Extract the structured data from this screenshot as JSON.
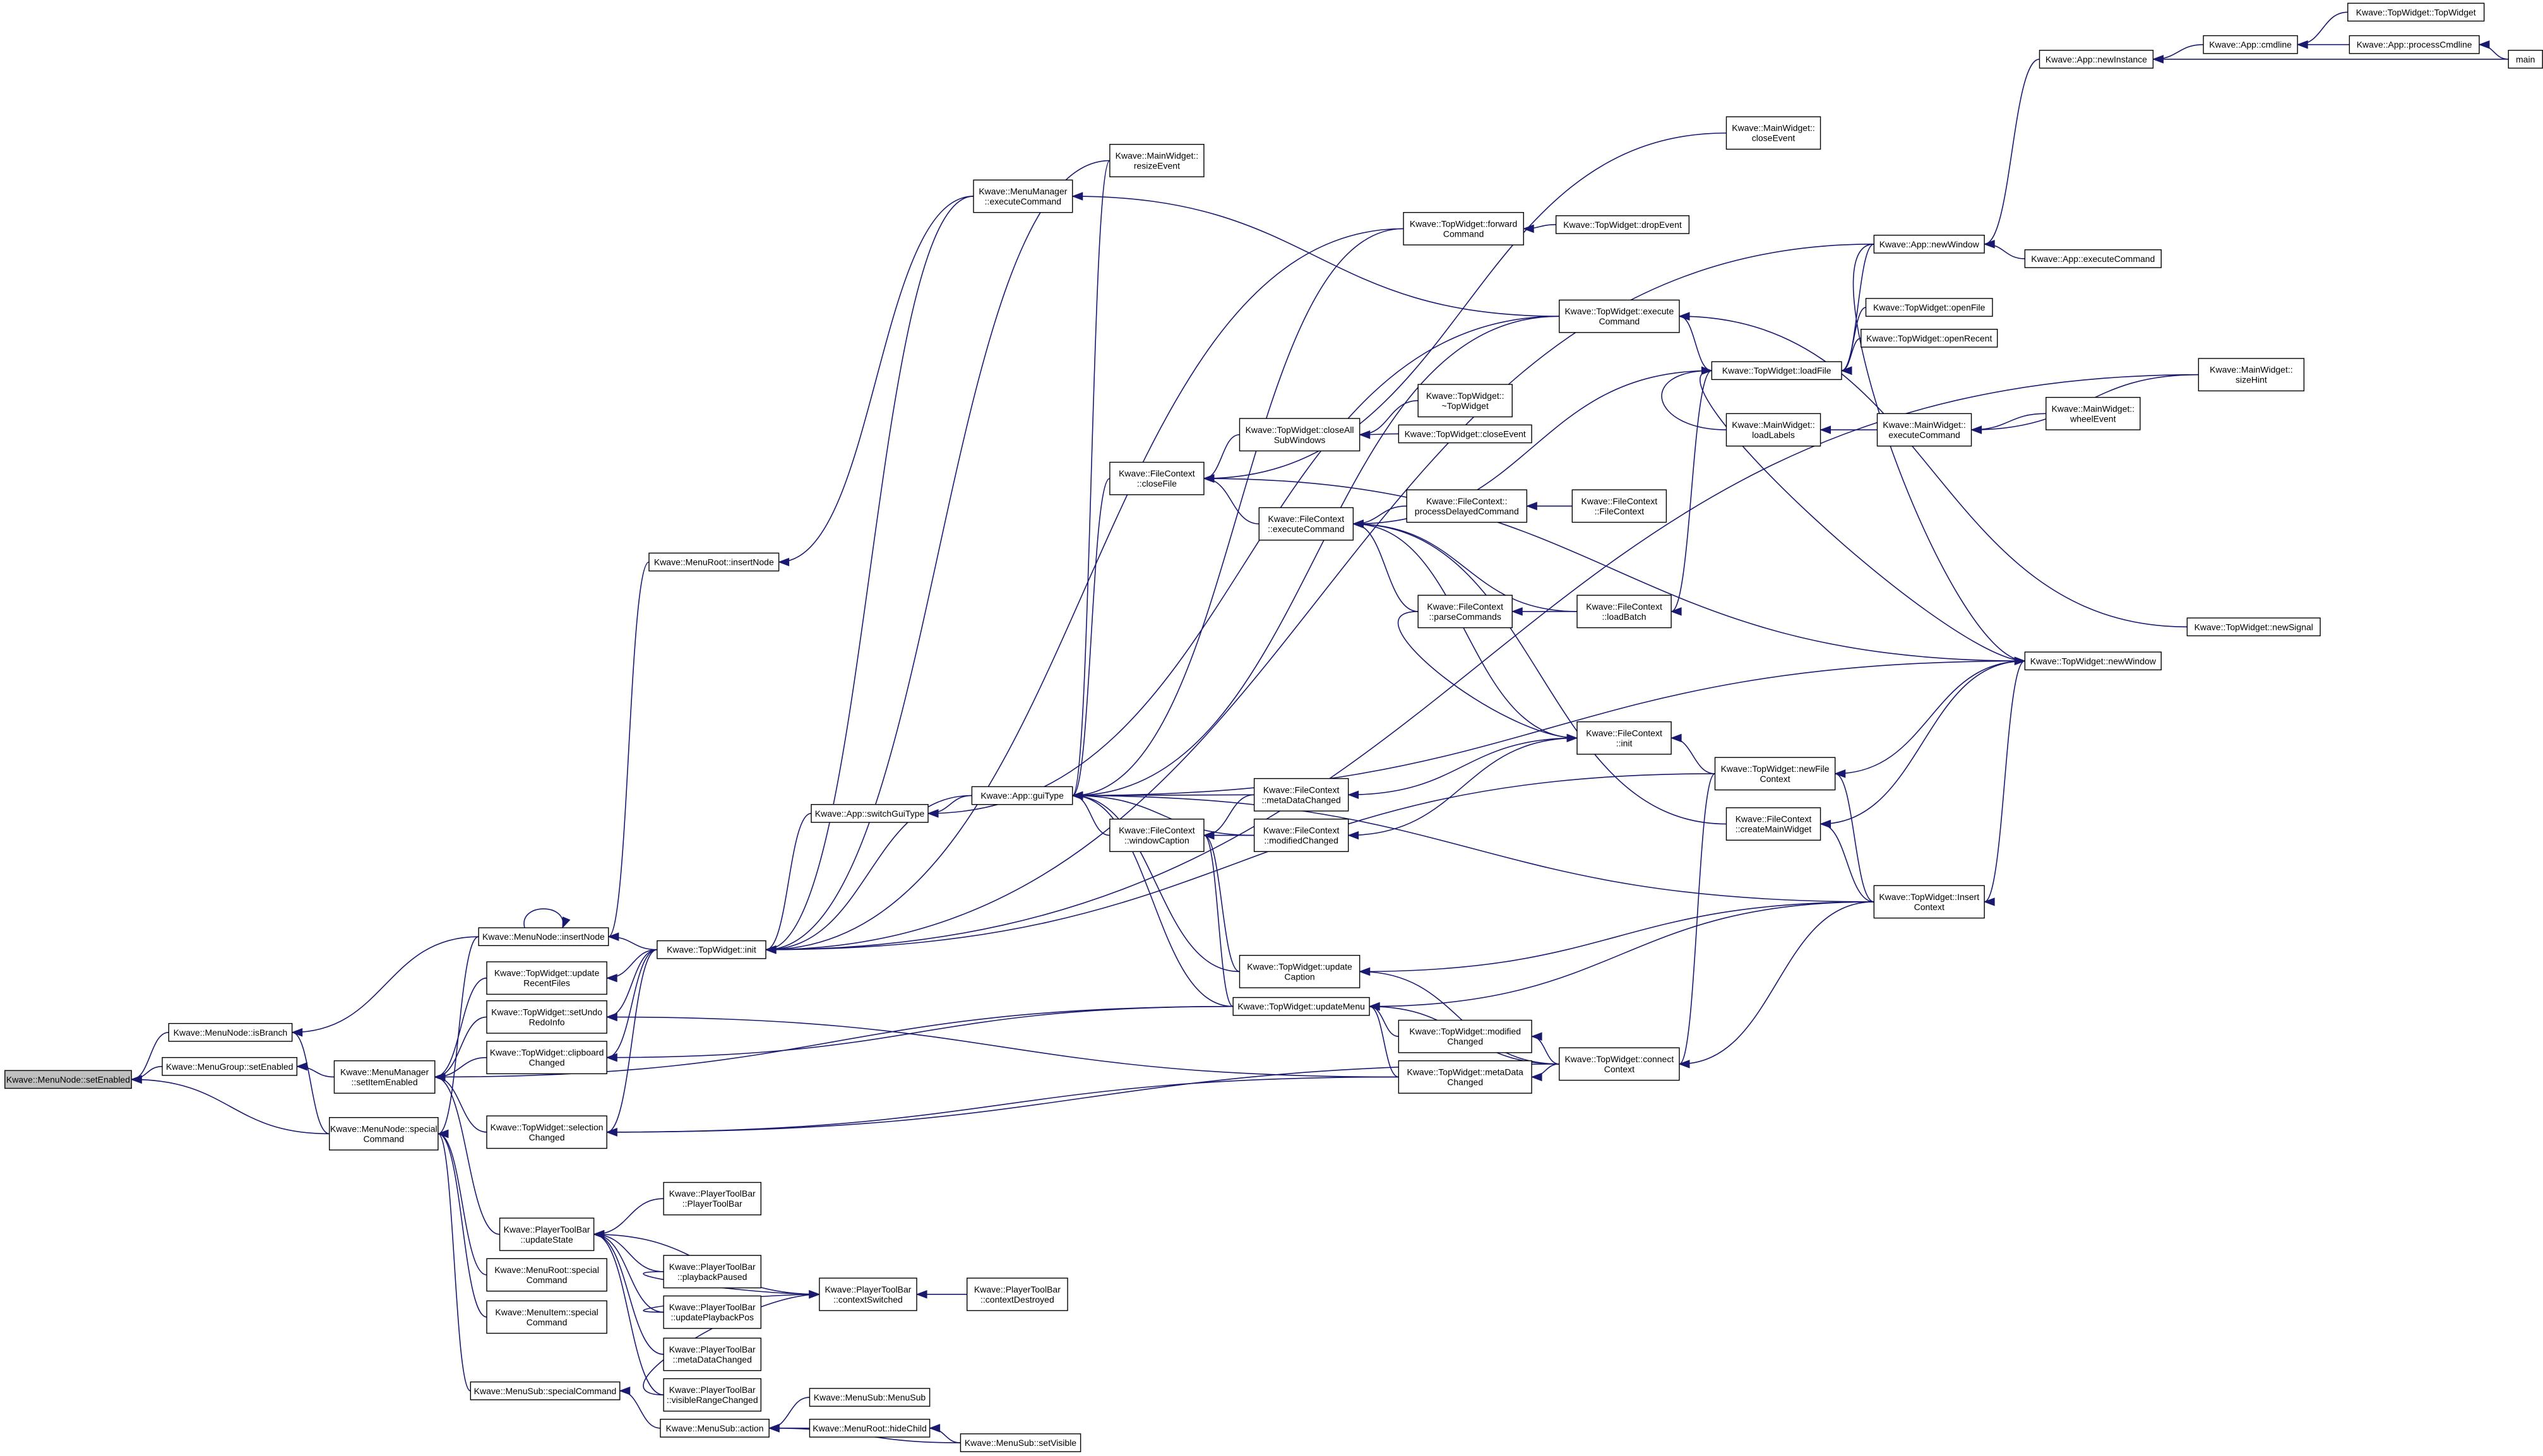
{
  "graph": {
    "highlight": "setEnabled",
    "edge_color": "#191970",
    "highlight_fill": "#bfbfbf",
    "nodes": [
      {
        "id": "setEnabled",
        "lines": [
          "Kwave::MenuNode::setEnabled"
        ]
      },
      {
        "id": "isBranch",
        "lines": [
          "Kwave::MenuNode::isBranch"
        ]
      },
      {
        "id": "groupSetEnabled",
        "lines": [
          "Kwave::MenuGroup::setEnabled"
        ]
      },
      {
        "id": "specialCommand",
        "lines": [
          "Kwave::MenuNode::special",
          "Command"
        ]
      },
      {
        "id": "insertNode",
        "lines": [
          "Kwave::MenuNode::insertNode"
        ]
      },
      {
        "id": "setItemEnabled",
        "lines": [
          "Kwave::MenuManager",
          "::setItemEnabled"
        ]
      },
      {
        "id": "rootInsertNode",
        "lines": [
          "Kwave::MenuRoot::insertNode"
        ]
      },
      {
        "id": "menuManagerExec",
        "lines": [
          "Kwave::MenuManager",
          "::executeCommand"
        ]
      },
      {
        "id": "updateRecentFiles",
        "lines": [
          "Kwave::TopWidget::update",
          "RecentFiles"
        ]
      },
      {
        "id": "setUndoRedoInfo",
        "lines": [
          "Kwave::TopWidget::setUndo",
          "RedoInfo"
        ]
      },
      {
        "id": "clipboardChanged",
        "lines": [
          "Kwave::TopWidget::clipboard",
          "Changed"
        ]
      },
      {
        "id": "selectionChanged",
        "lines": [
          "Kwave::TopWidget::selection",
          "Changed"
        ]
      },
      {
        "id": "ptbUpdateState",
        "lines": [
          "Kwave::PlayerToolBar",
          "::updateState"
        ]
      },
      {
        "id": "rootSpecialCommand",
        "lines": [
          "Kwave::MenuRoot::special",
          "Command"
        ]
      },
      {
        "id": "itemSpecialCommand",
        "lines": [
          "Kwave::MenuItem::special",
          "Command"
        ]
      },
      {
        "id": "subSpecialCommand",
        "lines": [
          "Kwave::MenuSub::specialCommand"
        ]
      },
      {
        "id": "twInit",
        "lines": [
          "Kwave::TopWidget::init"
        ]
      },
      {
        "id": "switchGuiType",
        "lines": [
          "Kwave::App::switchGuiType"
        ]
      },
      {
        "id": "guiType",
        "lines": [
          "Kwave::App::guiType"
        ]
      },
      {
        "id": "mwResizeEvent",
        "lines": [
          "Kwave::MainWidget::",
          "resizeEvent"
        ]
      },
      {
        "id": "fcCloseFile",
        "lines": [
          "Kwave::FileContext",
          "::closeFile"
        ]
      },
      {
        "id": "fcWindowCaption",
        "lines": [
          "Kwave::FileContext",
          "::windowCaption"
        ]
      },
      {
        "id": "twForwardCommand",
        "lines": [
          "Kwave::TopWidget::forward",
          "Command"
        ]
      },
      {
        "id": "twDropEvent",
        "lines": [
          "Kwave::TopWidget::dropEvent"
        ]
      },
      {
        "id": "twCloseAllSubWindows",
        "lines": [
          "Kwave::TopWidget::closeAll",
          "SubWindows"
        ]
      },
      {
        "id": "twDestructor",
        "lines": [
          "Kwave::TopWidget::",
          "~TopWidget"
        ]
      },
      {
        "id": "twCloseEvent",
        "lines": [
          "Kwave::TopWidget::closeEvent"
        ]
      },
      {
        "id": "fcExecuteCommand",
        "lines": [
          "Kwave::FileContext",
          "::executeCommand"
        ]
      },
      {
        "id": "fcProcessDelayed",
        "lines": [
          "Kwave::FileContext::",
          "processDelayedCommand"
        ]
      },
      {
        "id": "fcConstructor",
        "lines": [
          "Kwave::FileContext",
          "::FileContext"
        ]
      },
      {
        "id": "fcParseCommands",
        "lines": [
          "Kwave::FileContext",
          "::parseCommands"
        ]
      },
      {
        "id": "fcLoadBatch",
        "lines": [
          "Kwave::FileContext",
          "::loadBatch"
        ]
      },
      {
        "id": "fcMetaDataChanged",
        "lines": [
          "Kwave::FileContext",
          "::metaDataChanged"
        ]
      },
      {
        "id": "fcModifiedChanged",
        "lines": [
          "Kwave::FileContext",
          "::modifiedChanged"
        ]
      },
      {
        "id": "fcInit",
        "lines": [
          "Kwave::FileContext",
          "::init"
        ]
      },
      {
        "id": "twUpdateCaption",
        "lines": [
          "Kwave::TopWidget::update",
          "Caption"
        ]
      },
      {
        "id": "twUpdateMenu",
        "lines": [
          "Kwave::TopWidget::updateMenu"
        ]
      },
      {
        "id": "twModifiedChanged",
        "lines": [
          "Kwave::TopWidget::modified",
          "Changed"
        ]
      },
      {
        "id": "twMetaDataChanged",
        "lines": [
          "Kwave::TopWidget::metaData",
          "Changed"
        ]
      },
      {
        "id": "twConnectContext",
        "lines": [
          "Kwave::TopWidget::connect",
          "Context"
        ]
      },
      {
        "id": "twExecuteCommand",
        "lines": [
          "Kwave::TopWidget::execute",
          "Command"
        ]
      },
      {
        "id": "mwCloseEvent",
        "lines": [
          "Kwave::MainWidget::",
          "closeEvent"
        ]
      },
      {
        "id": "twLoadFile",
        "lines": [
          "Kwave::TopWidget::loadFile"
        ]
      },
      {
        "id": "mwLoadLabels",
        "lines": [
          "Kwave::MainWidget::",
          "loadLabels"
        ]
      },
      {
        "id": "twNewFileContext",
        "lines": [
          "Kwave::TopWidget::newFile",
          "Context"
        ]
      },
      {
        "id": "fcCreateMainWidget",
        "lines": [
          "Kwave::FileContext",
          "::createMainWidget"
        ]
      },
      {
        "id": "twInsertContext",
        "lines": [
          "Kwave::TopWidget::Insert",
          "Context"
        ]
      },
      {
        "id": "appNewWindow",
        "lines": [
          "Kwave::App::newWindow"
        ]
      },
      {
        "id": "twOpenFile",
        "lines": [
          "Kwave::TopWidget::openFile"
        ]
      },
      {
        "id": "twOpenRecent",
        "lines": [
          "Kwave::TopWidget::openRecent"
        ]
      },
      {
        "id": "appExecuteCommand",
        "lines": [
          "Kwave::App::executeCommand"
        ]
      },
      {
        "id": "mwExecuteCommand",
        "lines": [
          "Kwave::MainWidget::",
          "executeCommand"
        ]
      },
      {
        "id": "mwWheelEvent",
        "lines": [
          "Kwave::MainWidget::",
          "wheelEvent"
        ]
      },
      {
        "id": "mwSizeHint",
        "lines": [
          "Kwave::MainWidget::",
          "sizeHint"
        ]
      },
      {
        "id": "twNewWindow",
        "lines": [
          "Kwave::TopWidget::newWindow"
        ]
      },
      {
        "id": "twNewSignal",
        "lines": [
          "Kwave::TopWidget::newSignal"
        ]
      },
      {
        "id": "appNewInstance",
        "lines": [
          "Kwave::App::newInstance"
        ]
      },
      {
        "id": "appCmdline",
        "lines": [
          "Kwave::App::cmdline"
        ]
      },
      {
        "id": "twTopWidget",
        "lines": [
          "Kwave::TopWidget::TopWidget"
        ]
      },
      {
        "id": "appProcessCmdline",
        "lines": [
          "Kwave::App::processCmdline"
        ]
      },
      {
        "id": "main",
        "lines": [
          "main"
        ]
      },
      {
        "id": "ptbConstructor",
        "lines": [
          "Kwave::PlayerToolBar",
          "::PlayerToolBar"
        ]
      },
      {
        "id": "ptbPlaybackPaused",
        "lines": [
          "Kwave::PlayerToolBar",
          "::playbackPaused"
        ]
      },
      {
        "id": "ptbUpdatePlaybackPos",
        "lines": [
          "Kwave::PlayerToolBar",
          "::updatePlaybackPos"
        ]
      },
      {
        "id": "ptbMetaDataChanged",
        "lines": [
          "Kwave::PlayerToolBar",
          "::metaDataChanged"
        ]
      },
      {
        "id": "ptbVisibleRangeChanged",
        "lines": [
          "Kwave::PlayerToolBar",
          "::visibleRangeChanged"
        ]
      },
      {
        "id": "ptbContextSwitched",
        "lines": [
          "Kwave::PlayerToolBar",
          "::contextSwitched"
        ]
      },
      {
        "id": "ptbContextDestroyed",
        "lines": [
          "Kwave::PlayerToolBar",
          "::contextDestroyed"
        ]
      },
      {
        "id": "subAction",
        "lines": [
          "Kwave::MenuSub::action"
        ]
      },
      {
        "id": "subMenuSub",
        "lines": [
          "Kwave::MenuSub::MenuSub"
        ]
      },
      {
        "id": "rootHideChild",
        "lines": [
          "Kwave::MenuRoot::hideChild"
        ]
      },
      {
        "id": "subSetVisible",
        "lines": [
          "Kwave::MenuSub::setVisible"
        ]
      }
    ],
    "edges": [
      [
        "isBranch",
        "setEnabled"
      ],
      [
        "groupSetEnabled",
        "setEnabled"
      ],
      [
        "specialCommand",
        "setEnabled"
      ],
      [
        "insertNode",
        "isBranch"
      ],
      [
        "specialCommand",
        "isBranch"
      ],
      [
        "setItemEnabled",
        "groupSetEnabled"
      ],
      [
        "insertNode",
        "insertNode"
      ],
      [
        "rootInsertNode",
        "insertNode"
      ],
      [
        "menuManagerExec",
        "rootInsertNode"
      ],
      [
        "twInit",
        "insertNode"
      ],
      [
        "updateRecentFiles",
        "setItemEnabled"
      ],
      [
        "setUndoRedoInfo",
        "setItemEnabled"
      ],
      [
        "clipboardChanged",
        "setItemEnabled"
      ],
      [
        "selectionChanged",
        "setItemEnabled"
      ],
      [
        "ptbUpdateState",
        "setItemEnabled"
      ],
      [
        "twUpdateMenu",
        "setItemEnabled"
      ],
      [
        "insertNode",
        "specialCommand"
      ],
      [
        "rootSpecialCommand",
        "specialCommand"
      ],
      [
        "itemSpecialCommand",
        "specialCommand"
      ],
      [
        "subSpecialCommand",
        "specialCommand"
      ],
      [
        "twInit",
        "updateRecentFiles"
      ],
      [
        "twInit",
        "setUndoRedoInfo"
      ],
      [
        "twInit",
        "clipboardChanged"
      ],
      [
        "twInit",
        "selectionChanged"
      ],
      [
        "twMetaDataChanged",
        "setUndoRedoInfo"
      ],
      [
        "twUpdateMenu",
        "clipboardChanged"
      ],
      [
        "twMetaDataChanged",
        "selectionChanged"
      ],
      [
        "twConnectContext",
        "selectionChanged"
      ],
      [
        "ptbConstructor",
        "ptbUpdateState"
      ],
      [
        "ptbPlaybackPaused",
        "ptbUpdateState"
      ],
      [
        "ptbUpdatePlaybackPos",
        "ptbUpdateState"
      ],
      [
        "ptbMetaDataChanged",
        "ptbUpdateState"
      ],
      [
        "ptbVisibleRangeChanged",
        "ptbUpdateState"
      ],
      [
        "ptbContextSwitched",
        "ptbUpdateState"
      ],
      [
        "ptbPlaybackPaused",
        "ptbContextSwitched"
      ],
      [
        "ptbUpdatePlaybackPos",
        "ptbContextSwitched"
      ],
      [
        "ptbVisibleRangeChanged",
        "ptbContextSwitched"
      ],
      [
        "ptbContextDestroyed",
        "ptbContextSwitched"
      ],
      [
        "subAction",
        "subSpecialCommand"
      ],
      [
        "subMenuSub",
        "subAction"
      ],
      [
        "rootHideChild",
        "subAction"
      ],
      [
        "subSetVisible",
        "subAction"
      ],
      [
        "subSetVisible",
        "rootHideChild"
      ],
      [
        "switchGuiType",
        "twInit"
      ],
      [
        "guiType",
        "twInit"
      ],
      [
        "appNewWindow",
        "twInit"
      ],
      [
        "twNewFileContext",
        "twInit"
      ],
      [
        "mwResizeEvent",
        "twInit"
      ],
      [
        "mwSizeHint",
        "twInit"
      ],
      [
        "menuManagerExec",
        "twInit"
      ],
      [
        "twForwardCommand",
        "twInit"
      ],
      [
        "guiType",
        "switchGuiType"
      ],
      [
        "twExecuteCommand",
        "switchGuiType"
      ],
      [
        "fcCloseFile",
        "guiType"
      ],
      [
        "fcWindowCaption",
        "guiType"
      ],
      [
        "fcMetaDataChanged",
        "guiType"
      ],
      [
        "fcModifiedChanged",
        "guiType"
      ],
      [
        "twUpdateCaption",
        "guiType"
      ],
      [
        "twUpdateMenu",
        "guiType"
      ],
      [
        "twNewWindow",
        "guiType"
      ],
      [
        "twInsertContext",
        "guiType"
      ],
      [
        "mwResizeEvent",
        "guiType"
      ],
      [
        "twExecuteCommand",
        "guiType"
      ],
      [
        "twForwardCommand",
        "guiType"
      ],
      [
        "twExecuteCommand",
        "menuManagerExec"
      ],
      [
        "twDropEvent",
        "twForwardCommand"
      ],
      [
        "twCloseAllSubWindows",
        "fcCloseFile"
      ],
      [
        "fcExecuteCommand",
        "fcCloseFile"
      ],
      [
        "twNewWindow",
        "fcCloseFile"
      ],
      [
        "mwCloseEvent",
        "fcCloseFile"
      ],
      [
        "twDestructor",
        "twCloseAllSubWindows"
      ],
      [
        "twCloseEvent",
        "twCloseAllSubWindows"
      ],
      [
        "fcProcessDelayed",
        "fcExecuteCommand"
      ],
      [
        "fcParseCommands",
        "fcExecuteCommand"
      ],
      [
        "fcLoadBatch",
        "fcExecuteCommand"
      ],
      [
        "fcInit",
        "fcExecuteCommand"
      ],
      [
        "twLoadFile",
        "fcExecuteCommand"
      ],
      [
        "fcCreateMainWidget",
        "fcExecuteCommand"
      ],
      [
        "fcConstructor",
        "fcProcessDelayed"
      ],
      [
        "fcLoadBatch",
        "fcParseCommands"
      ],
      [
        "twLoadFile",
        "fcLoadBatch"
      ],
      [
        "fcMetaDataChanged",
        "fcWindowCaption"
      ],
      [
        "fcModifiedChanged",
        "fcWindowCaption"
      ],
      [
        "twUpdateCaption",
        "fcWindowCaption"
      ],
      [
        "twUpdateMenu",
        "fcWindowCaption"
      ],
      [
        "fcInit",
        "fcMetaDataChanged"
      ],
      [
        "fcInit",
        "fcModifiedChanged"
      ],
      [
        "twNewFileContext",
        "fcInit"
      ],
      [
        "fcParseCommands",
        "fcInit"
      ],
      [
        "twConnectContext",
        "twUpdateCaption"
      ],
      [
        "twInsertContext",
        "twUpdateCaption"
      ],
      [
        "twModifiedChanged",
        "twUpdateMenu"
      ],
      [
        "twMetaDataChanged",
        "twUpdateMenu"
      ],
      [
        "twConnectContext",
        "twUpdateMenu"
      ],
      [
        "twInsertContext",
        "twUpdateMenu"
      ],
      [
        "twConnectContext",
        "twModifiedChanged"
      ],
      [
        "twConnectContext",
        "twMetaDataChanged"
      ],
      [
        "twNewFileContext",
        "twConnectContext"
      ],
      [
        "twInsertContext",
        "twConnectContext"
      ],
      [
        "twLoadFile",
        "twExecuteCommand"
      ],
      [
        "twOpenFile",
        "twLoadFile"
      ],
      [
        "twOpenRecent",
        "twLoadFile"
      ],
      [
        "appNewWindow",
        "twLoadFile"
      ],
      [
        "mwLoadLabels",
        "twLoadFile"
      ],
      [
        "mwExecuteCommand",
        "mwLoadLabels"
      ],
      [
        "mwWheelEvent",
        "mwExecuteCommand"
      ],
      [
        "mwSizeHint",
        "mwExecuteCommand"
      ],
      [
        "twNewWindow",
        "twNewFileContext"
      ],
      [
        "twInsertContext",
        "twNewFileContext"
      ],
      [
        "twNewWindow",
        "fcCreateMainWidget"
      ],
      [
        "twInsertContext",
        "fcCreateMainWidget"
      ],
      [
        "twNewWindow",
        "twInsertContext"
      ],
      [
        "appExecuteCommand",
        "appNewWindow"
      ],
      [
        "appNewInstance",
        "appNewWindow"
      ],
      [
        "twNewSignal",
        "twExecuteCommand"
      ],
      [
        "twLoadFile",
        "twNewWindow"
      ],
      [
        "appNewWindow",
        "twNewWindow"
      ],
      [
        "appCmdline",
        "appNewInstance"
      ],
      [
        "main",
        "appNewInstance"
      ],
      [
        "twTopWidget",
        "appCmdline"
      ],
      [
        "appProcessCmdline",
        "appCmdline"
      ],
      [
        "main",
        "appProcessCmdline"
      ]
    ]
  }
}
